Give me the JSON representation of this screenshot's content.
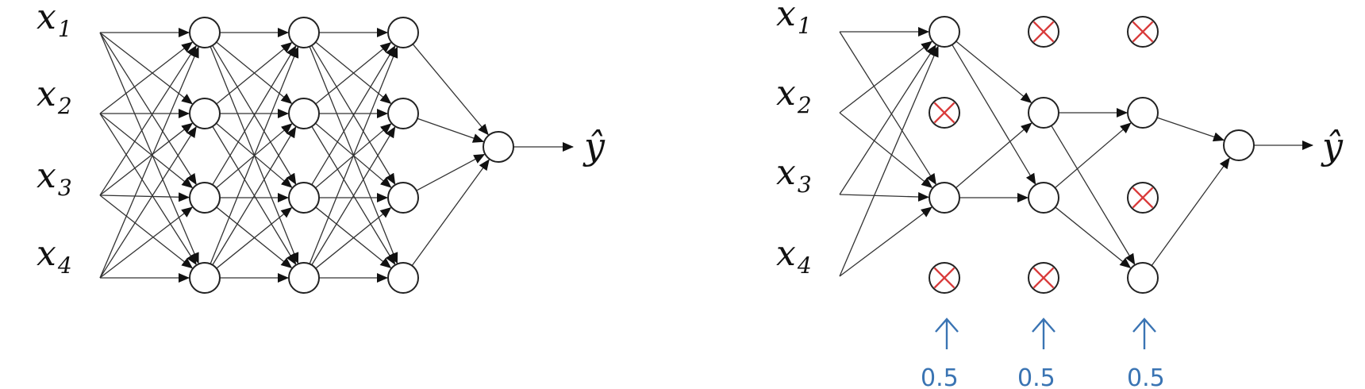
{
  "colors": {
    "edge": "#333333",
    "node_stroke": "#222222",
    "dropped_mark": "#d93b3b",
    "annotation": "#3a74b3"
  },
  "full_network": {
    "inputs": [
      {
        "var": "x",
        "sub": "1"
      },
      {
        "var": "x",
        "sub": "2"
      },
      {
        "var": "x",
        "sub": "3"
      },
      {
        "var": "x",
        "sub": "4"
      }
    ],
    "hidden_layers": [
      {
        "units": [
          {
            "dropped": false
          },
          {
            "dropped": false
          },
          {
            "dropped": false
          },
          {
            "dropped": false
          }
        ]
      },
      {
        "units": [
          {
            "dropped": false
          },
          {
            "dropped": false
          },
          {
            "dropped": false
          },
          {
            "dropped": false
          }
        ]
      },
      {
        "units": [
          {
            "dropped": false
          },
          {
            "dropped": false
          },
          {
            "dropped": false
          },
          {
            "dropped": false
          }
        ]
      }
    ],
    "output_label": "ŷ"
  },
  "dropout_network": {
    "inputs": [
      {
        "var": "x",
        "sub": "1"
      },
      {
        "var": "x",
        "sub": "2"
      },
      {
        "var": "x",
        "sub": "3"
      },
      {
        "var": "x",
        "sub": "4"
      }
    ],
    "hidden_layers": [
      {
        "units": [
          {
            "dropped": false
          },
          {
            "dropped": true
          },
          {
            "dropped": false
          },
          {
            "dropped": true
          }
        ],
        "keep_prob": "0.5"
      },
      {
        "units": [
          {
            "dropped": true
          },
          {
            "dropped": false
          },
          {
            "dropped": false
          },
          {
            "dropped": true
          }
        ],
        "keep_prob": "0.5"
      },
      {
        "units": [
          {
            "dropped": true
          },
          {
            "dropped": false
          },
          {
            "dropped": true
          },
          {
            "dropped": false
          }
        ],
        "keep_prob": "0.5"
      }
    ],
    "output_label": "ŷ"
  }
}
